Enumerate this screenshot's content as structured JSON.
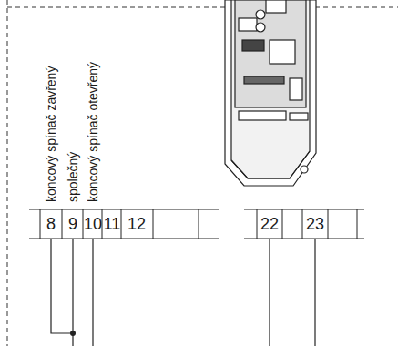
{
  "diagram": {
    "labels": [
      "koncový spínač zavřený",
      "společný",
      "koncový spínač otevřený",
      "8",
      "9",
      "10",
      "11",
      "12",
      "22",
      "23"
    ]
  }
}
